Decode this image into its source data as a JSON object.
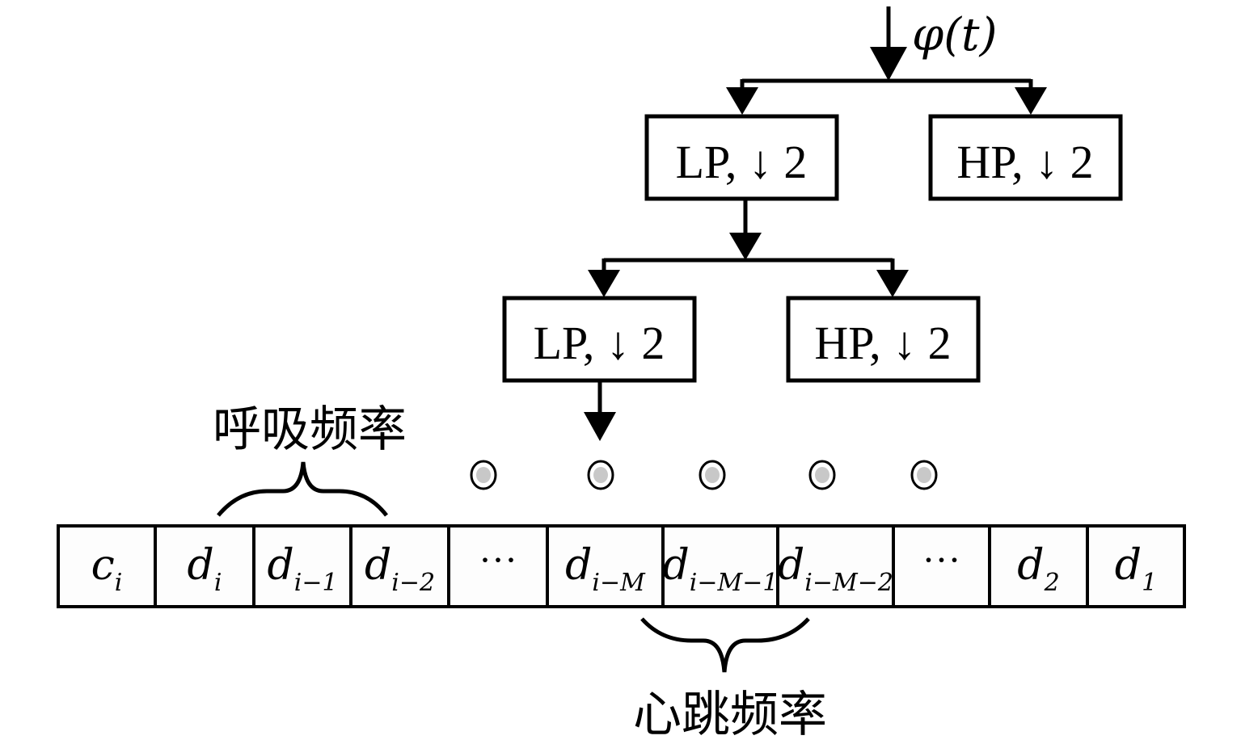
{
  "diagram": {
    "input_signal": "φ(t)",
    "level1": {
      "low_pass": {
        "name": "LP",
        "op": ", ↓ 2"
      },
      "high_pass": {
        "name": "HP",
        "op": ", ↓ 2"
      }
    },
    "level2": {
      "low_pass": {
        "name": "LP",
        "op": ", ↓ 2"
      },
      "high_pass": {
        "name": "HP",
        "op": ", ↓ 2"
      }
    },
    "continuation_dots_count": 5,
    "coefficients": [
      {
        "base": "c",
        "sub": "i"
      },
      {
        "base": "d",
        "sub": "i"
      },
      {
        "base": "d",
        "sub": "i−1"
      },
      {
        "base": "d",
        "sub": "i−2"
      },
      {
        "base": "···",
        "sub": ""
      },
      {
        "base": "d",
        "sub": "i−M"
      },
      {
        "base": "d",
        "sub": "i−M−1"
      },
      {
        "base": "d",
        "sub": "i−M−2"
      },
      {
        "base": "···",
        "sub": ""
      },
      {
        "base": "d",
        "sub": "2"
      },
      {
        "base": "d",
        "sub": "1"
      }
    ],
    "brace_top_label": "呼吸频率",
    "brace_bottom_label": "心跳频率"
  }
}
